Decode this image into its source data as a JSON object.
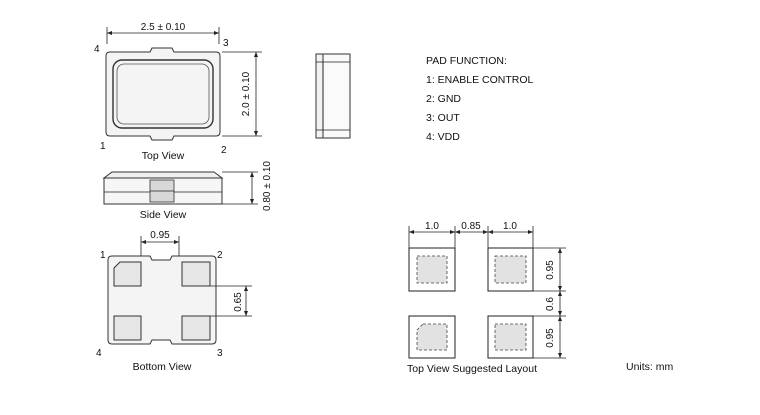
{
  "dims": {
    "top_width": "2.5 ± 0.10",
    "top_height": "2.0 ± 0.10",
    "side_height": "0.80 ± 0.10",
    "bottom_pad_gap": "0.95",
    "bottom_pad_gap_v": "0.65",
    "layout_w1": "1.0",
    "layout_w2": "0.85",
    "layout_w3": "1.0",
    "layout_h1": "0.95",
    "layout_h2": "0.6",
    "layout_h3": "0.95"
  },
  "pins": {
    "p1": "1",
    "p2": "2",
    "p3": "3",
    "p4": "4"
  },
  "views": {
    "top": "Top View",
    "side": "Side View",
    "bottom": "Bottom View",
    "layout": "Top View Suggested Layout"
  },
  "pad_function": {
    "title": "PAD FUNCTION:",
    "items": [
      "1: ENABLE CONTROL",
      "2: GND",
      "3: OUT",
      "4: VDD"
    ]
  },
  "units": "Units: mm"
}
